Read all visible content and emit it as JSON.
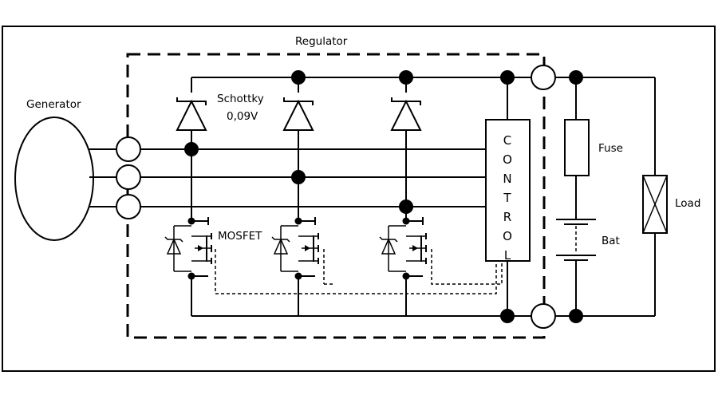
{
  "labels": {
    "regulator": "Regulator",
    "generator": "Generator",
    "schottky_line1": "Schottky",
    "schottky_line2": "0,09V",
    "mosfet": "MOSFET",
    "fuse": "Fuse",
    "battery": "Bat",
    "load": "Load",
    "control_letters": [
      "C",
      "O",
      "N",
      "T",
      "R",
      "O",
      "L"
    ]
  }
}
